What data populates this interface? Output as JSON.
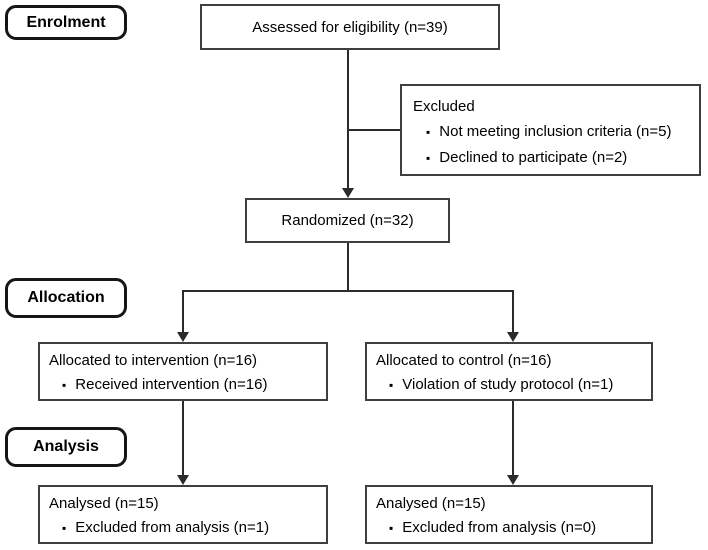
{
  "diagram": {
    "title_implicit": "CONSORT participant flow diagram",
    "stage_labels": {
      "enrolment": "Enrolment",
      "allocation": "Allocation",
      "analysis": "Analysis"
    },
    "boxes": {
      "assessed": {
        "title": "Assessed for eligibility (n=39)"
      },
      "excluded": {
        "title": "Excluded",
        "bullets": [
          "Not meeting inclusion criteria (n=5)",
          "Declined to participate (n=2)"
        ]
      },
      "randomized": {
        "title": "Randomized (n=32)"
      },
      "allocated_intervention": {
        "title": "Allocated to intervention (n=16)",
        "bullets": [
          "Received intervention (n=16)"
        ]
      },
      "allocated_control": {
        "title": "Allocated to control (n=16)",
        "bullets": [
          "Violation of study protocol (n=1)"
        ]
      },
      "analysed_intervention": {
        "title": "Analysed (n=15)",
        "bullets": [
          "Excluded from analysis (n=1)"
        ]
      },
      "analysed_control": {
        "title": "Analysed (n=15)",
        "bullets": [
          "Excluded from analysis (n=0)"
        ]
      }
    },
    "bullet_glyph": "▪",
    "colors": {
      "background": "#ffffff",
      "box_border": "#3f3f3f",
      "label_border": "#161616",
      "line": "#2b2b2b",
      "text": "#000000"
    }
  }
}
